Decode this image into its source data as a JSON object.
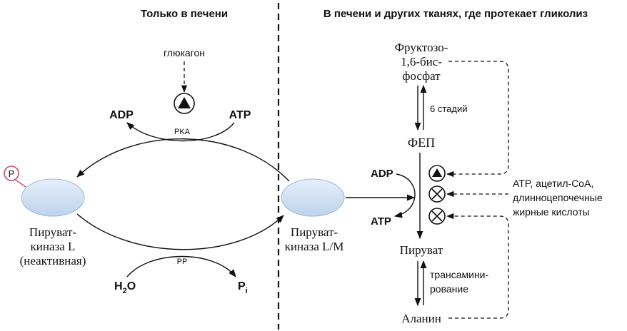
{
  "headers": {
    "left": "Только в печени",
    "right": "В печени и других тканях, где протекает гликолиз"
  },
  "left": {
    "glucagon": "глюкагон",
    "adp": "ADP",
    "atp": "ATP",
    "pka": "PKA",
    "phospho": "P",
    "enzyme_inactive": [
      "Пируват-",
      "киназа L",
      "(неактивная)"
    ],
    "enzyme_active": [
      "Пируват-",
      "киназа L/M"
    ],
    "h2o": "H",
    "h2o_sub": "2",
    "h2o_end": "O",
    "pp": "PP",
    "pi": "P",
    "pi_sub": "i"
  },
  "right": {
    "fructose": [
      "Фруктозо-",
      "1,6-бис-",
      "фосфат"
    ],
    "stages": "6 стадий",
    "pep": "ФЕП",
    "adp": "ADP",
    "atp": "ATP",
    "pyruvate": "Пируват",
    "transamination": [
      "трансамини-",
      "рование"
    ],
    "alanine": "Аланин",
    "inhibitors": [
      "ATP, ацетил-CoA,",
      "длинноцепочечные",
      "жирные кислоты"
    ]
  },
  "colors": {
    "enzyme_fill": "#cfe0f2",
    "enzyme_stroke": "#9bb8d6",
    "phospho_ring": "#c0506a"
  },
  "icons": {
    "activator": "triangle-in-circle-icon",
    "inhibitor": "cross-in-circle-icon"
  }
}
